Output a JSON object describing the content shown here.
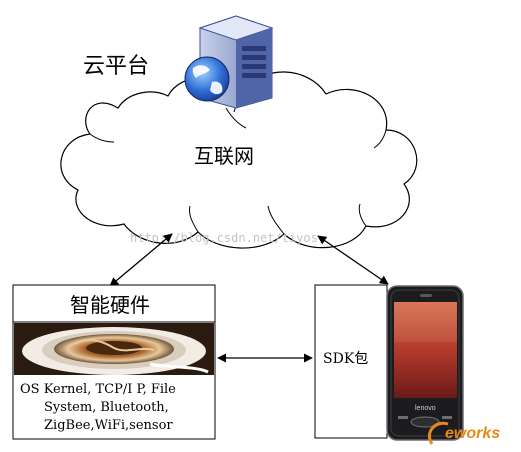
{
  "cloud": {
    "platform_label": "云平台",
    "internet_label": "互联网"
  },
  "hardware": {
    "title": "智能硬件",
    "description_lines": [
      "OS Kernel, TCP/I P, File",
      "System, Bluetooth,",
      "ZigBee,WiFi,sensor"
    ]
  },
  "sdk": {
    "label": "SDK包"
  },
  "phone": {
    "brand": "lenovo"
  },
  "watermark": {
    "text": "http://blog.csdn.net/tiyos"
  },
  "logo": {
    "text": "eworks"
  },
  "colors": {
    "line": "#000000",
    "logo_orange": "#e8891a",
    "server_blue": "#3b4e9c"
  }
}
